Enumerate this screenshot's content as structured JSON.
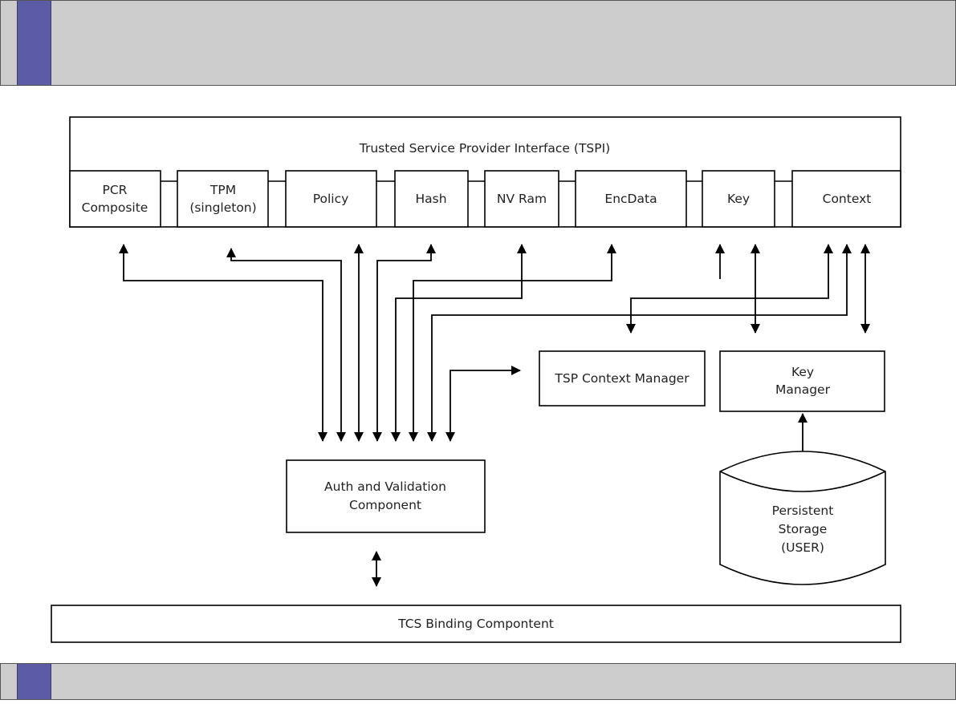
{
  "diagram": {
    "tspi_title": "Trusted Service Provider Interface (TSPI)",
    "components": {
      "pcr": [
        "PCR",
        "Composite"
      ],
      "tpm": [
        "TPM",
        "(singleton)"
      ],
      "policy": [
        "Policy"
      ],
      "hash": [
        "Hash"
      ],
      "nvram": [
        "NV Ram"
      ],
      "encdata": [
        "EncData"
      ],
      "key": [
        "Key"
      ],
      "context": [
        "Context"
      ]
    },
    "context_manager": [
      "TSP Context Manager"
    ],
    "key_manager": [
      "Key",
      "Manager"
    ],
    "persistent_storage": [
      "Persistent",
      "Storage",
      "(USER)"
    ],
    "auth_validation": [
      "Auth and Validation",
      "Component"
    ],
    "tcs_binding": [
      "TCS Binding Compontent"
    ]
  }
}
